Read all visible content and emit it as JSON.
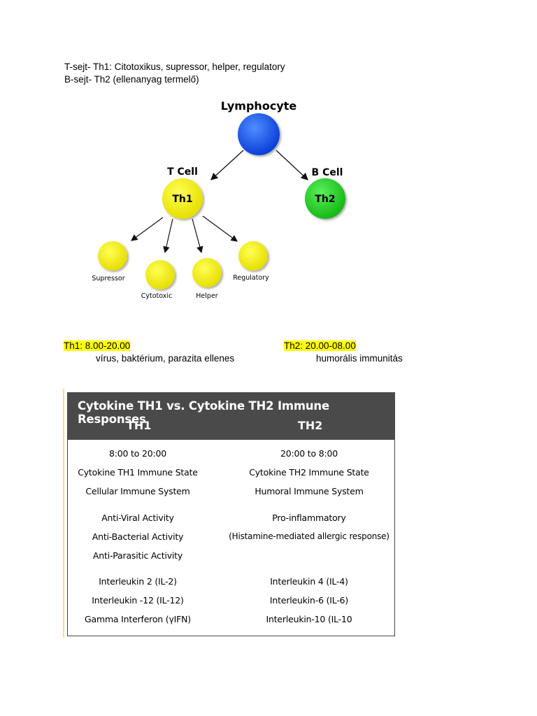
{
  "intro": {
    "line1": "T-sejt- Th1: Citotoxikus, supressor, helper, regulatory",
    "line2": "B-sejt- Th2 (ellenanyag termelő)"
  },
  "diagram": {
    "root": "Lymphocyte",
    "t_cell": "T Cell",
    "b_cell": "B Cell",
    "th1": "Th1",
    "th2": "Th2",
    "children": [
      "Supressor",
      "Cytotoxic",
      "Helper",
      "Regulatory"
    ],
    "colors": {
      "root": "#1f5ff0",
      "t_cells": "#f2ee00",
      "b_cell": "#22d022"
    }
  },
  "schedule": {
    "th1_time": "Th1: 8.00-20.00",
    "th1_desc": "vírus, baktérium, parazita ellenes",
    "th2_time": "Th2: 20.00-08.00",
    "th2_desc": "humorális immunitás"
  },
  "table": {
    "title": "Cytokine TH1 vs. Cytokine TH2 Immune Responses",
    "col1": "TH1",
    "col2": "TH2",
    "rows_th1": [
      "8:00 to 20:00",
      "Cytokine TH1 Immune State",
      "Cellular Immune System",
      "Anti-Viral Activity",
      "Anti-Bacterial Activity",
      "Anti-Parasitic Activity",
      "Interleukin 2 (IL-2)",
      "Interleukin -12 (IL-12)",
      "Gamma Interferon (γIFN)"
    ],
    "rows_th2": [
      "20:00 to 8:00",
      "Cytokine TH2 Immune State",
      "Humoral Immune System",
      "Pro-inflammatory",
      "(Histamine-mediated allergic response)",
      "",
      "Interleukin 4 (IL-4)",
      "Interleukin-6 (IL-6)",
      "Interleukin-10 (IL-10"
    ]
  }
}
